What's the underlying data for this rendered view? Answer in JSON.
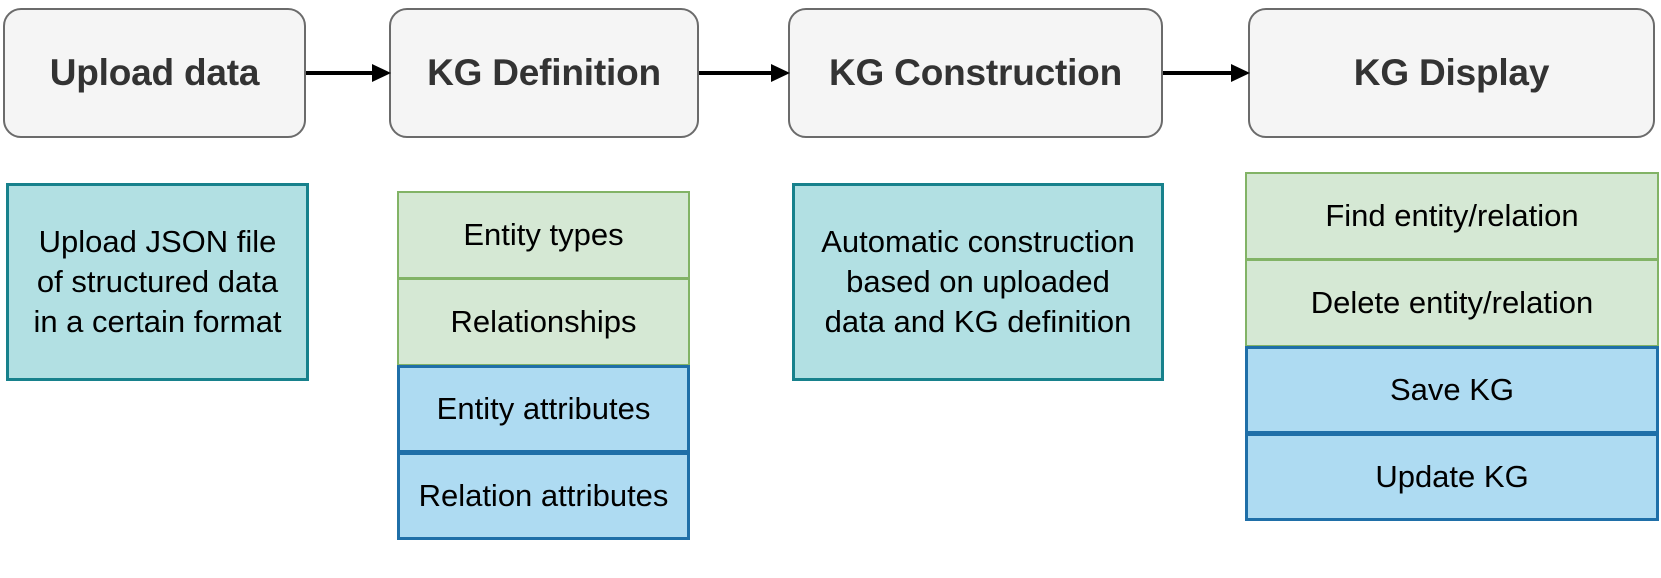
{
  "diagram": {
    "title": "Knowledge Graph pipeline flowchart",
    "colors": {
      "stage_fill": "#f5f5f5",
      "stage_border": "#6b6b6b",
      "teal_fill": "#b2e0e3",
      "teal_border": "#17818c",
      "green_fill": "#d5e8d4",
      "green_border": "#82b366",
      "blue_fill": "#aedbf2",
      "blue_border": "#1f6fa8",
      "arrow": "#000000"
    },
    "stages": [
      {
        "id": "upload-data",
        "label": "Upload data"
      },
      {
        "id": "kg-definition",
        "label": "KG Definition"
      },
      {
        "id": "kg-construction",
        "label": "KG Construction"
      },
      {
        "id": "kg-display",
        "label": "KG Display"
      }
    ],
    "arrows": [
      {
        "from": "upload-data",
        "to": "kg-definition"
      },
      {
        "from": "kg-definition",
        "to": "kg-construction"
      },
      {
        "from": "kg-construction",
        "to": "kg-display"
      }
    ],
    "columns": [
      {
        "id": "upload-data-details",
        "items": [
          {
            "id": "upload-json-file",
            "style": "teal",
            "lines": [
              "Upload JSON file",
              "of structured data",
              "in a certain format"
            ]
          }
        ]
      },
      {
        "id": "kg-definition-details",
        "items": [
          {
            "id": "entity-types",
            "style": "green",
            "lines": [
              "Entity types"
            ]
          },
          {
            "id": "relationships",
            "style": "green",
            "lines": [
              "Relationships"
            ]
          },
          {
            "id": "entity-attributes",
            "style": "blue",
            "lines": [
              "Entity attributes"
            ]
          },
          {
            "id": "relation-attributes",
            "style": "blue",
            "lines": [
              "Relation attributes"
            ]
          }
        ]
      },
      {
        "id": "kg-construction-details",
        "items": [
          {
            "id": "automatic-construction",
            "style": "teal",
            "lines": [
              "Automatic construction",
              "based on uploaded",
              "data and KG definition"
            ]
          }
        ]
      },
      {
        "id": "kg-display-details",
        "items": [
          {
            "id": "find-entity-relation",
            "style": "green",
            "lines": [
              "Find entity/relation"
            ]
          },
          {
            "id": "delete-entity-relation",
            "style": "green",
            "lines": [
              "Delete entity/relation"
            ]
          },
          {
            "id": "save-kg",
            "style": "blue",
            "lines": [
              "Save KG"
            ]
          },
          {
            "id": "update-kg",
            "style": "blue",
            "lines": [
              "Update KG"
            ]
          }
        ]
      }
    ]
  }
}
